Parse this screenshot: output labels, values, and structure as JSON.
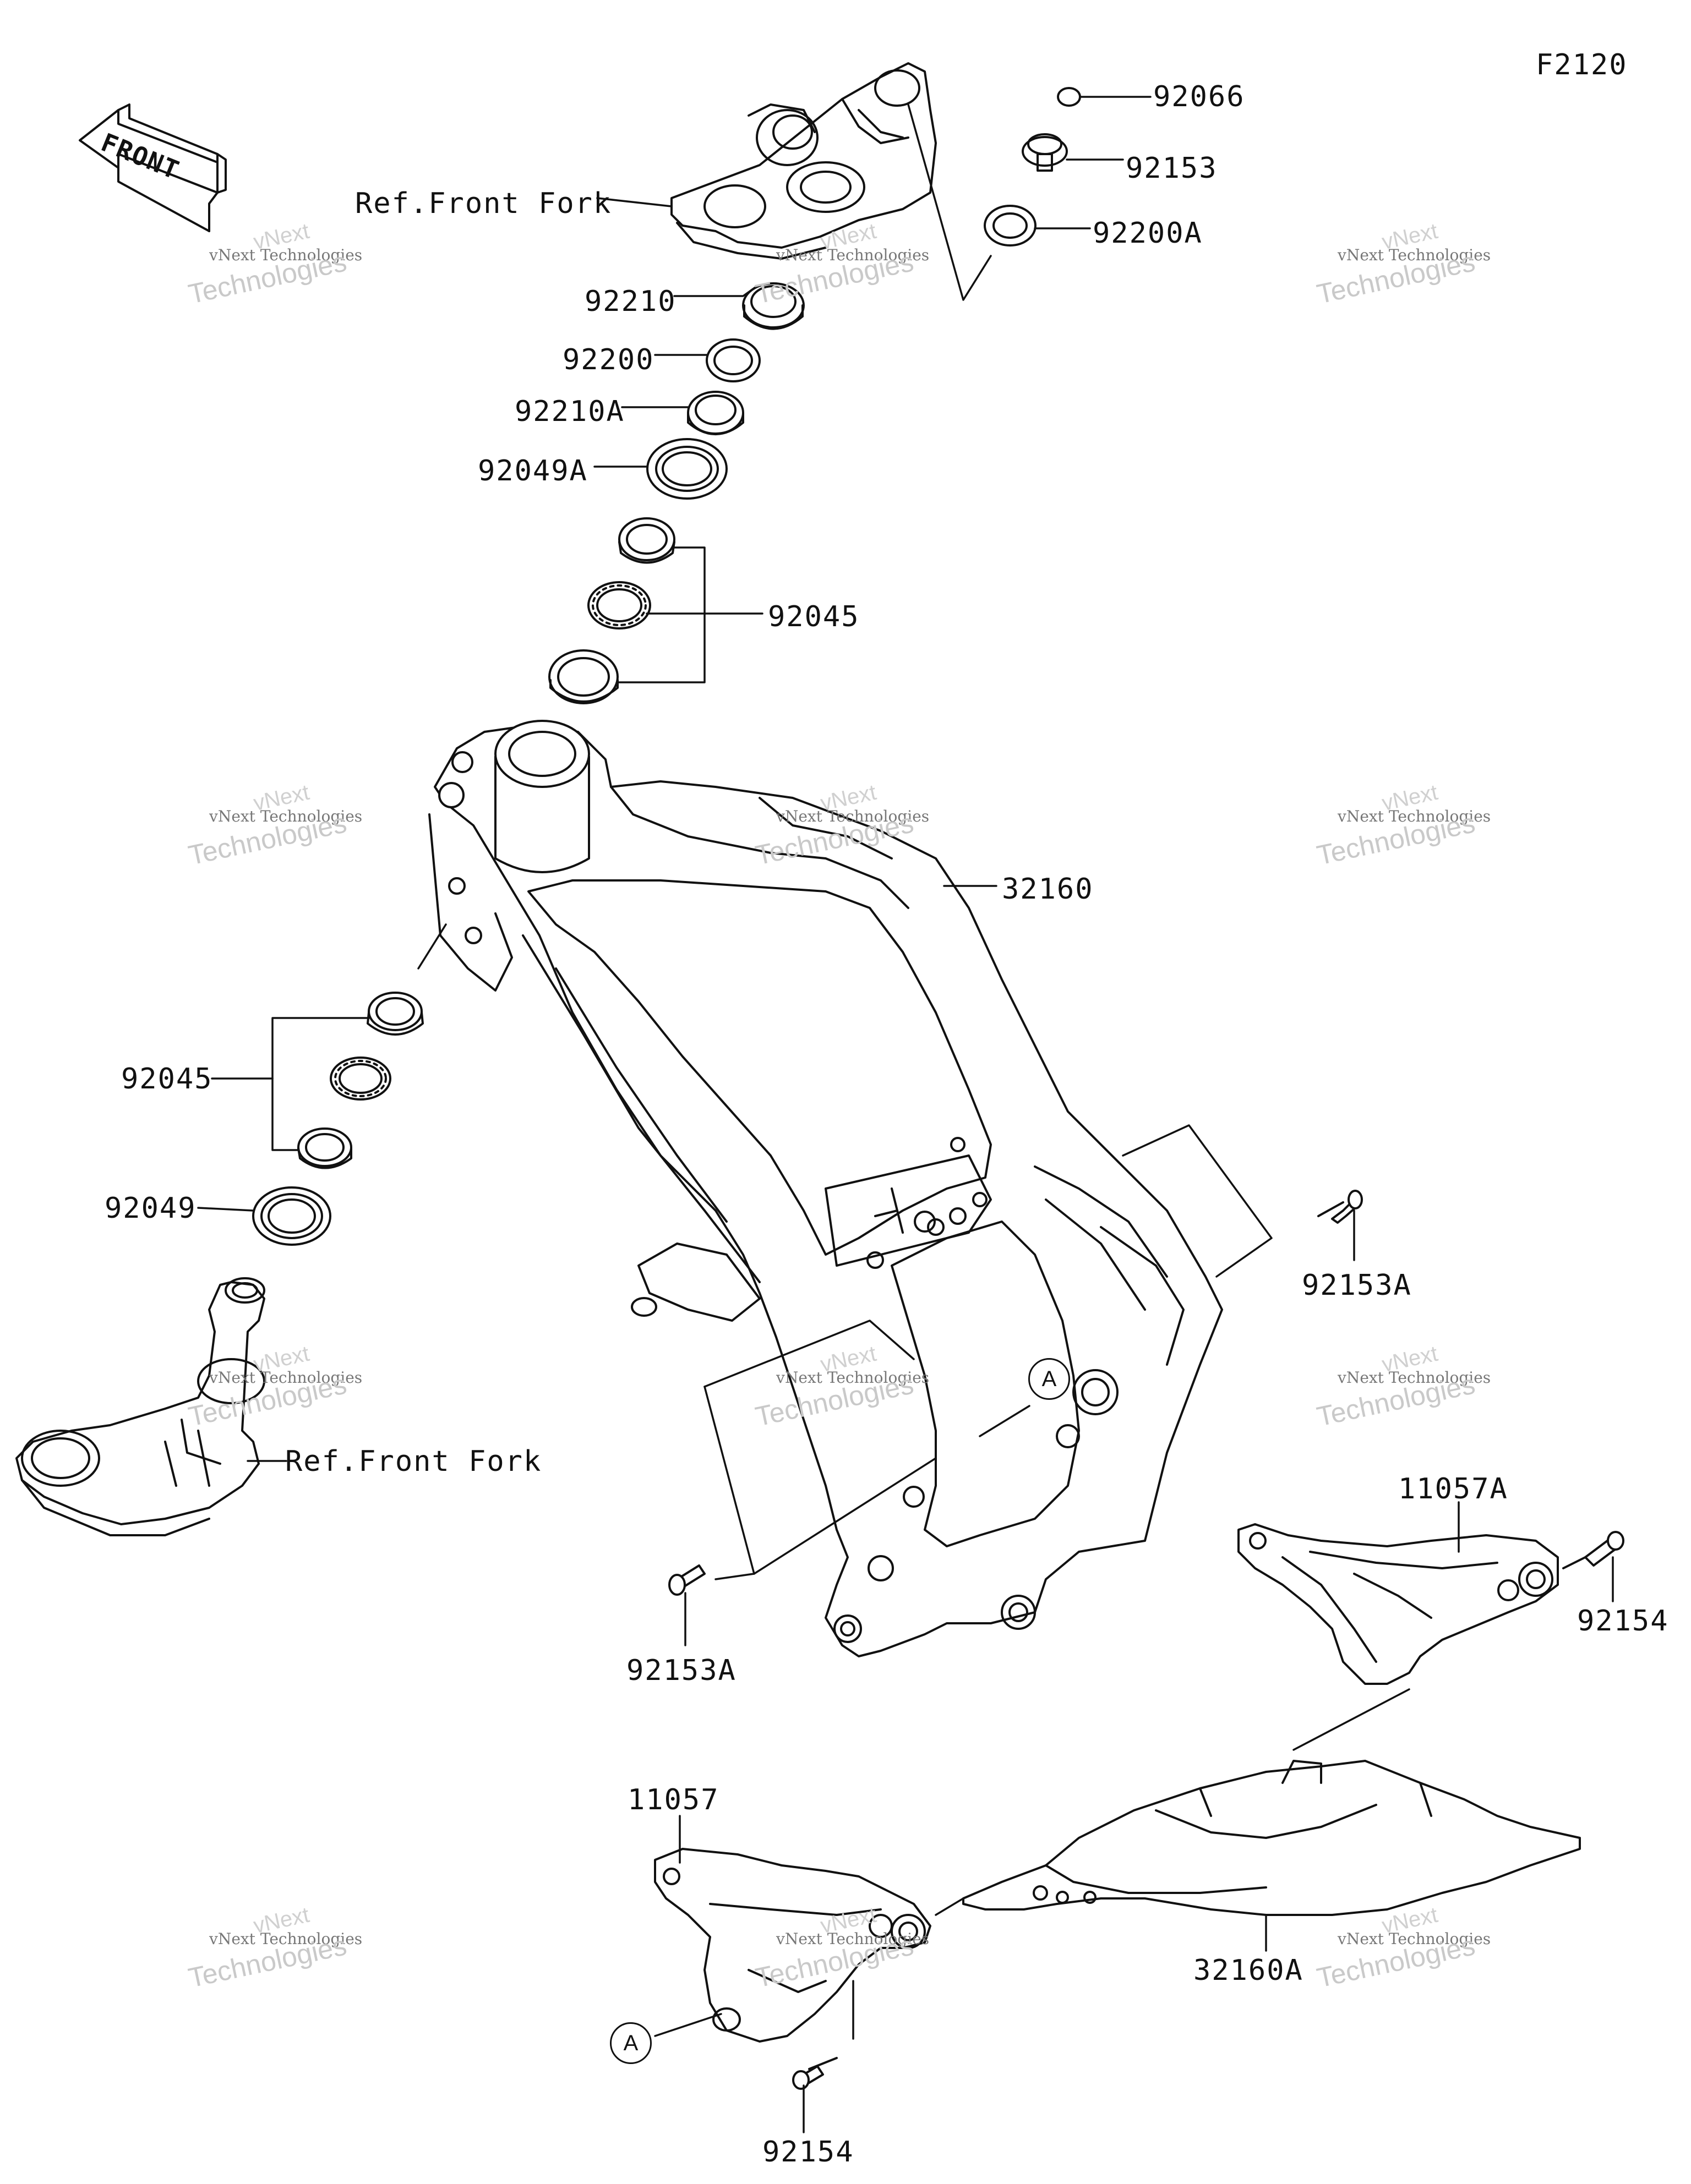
{
  "figure_code": "F2120",
  "front_badge": "FRONT",
  "callout_letter": "A",
  "labels": {
    "p92066": "92066",
    "p92153": "92153",
    "p92200A": "92200A",
    "ref_front_fork_top": "Ref.Front Fork",
    "p92210": "92210",
    "p92200": "92200",
    "p92210A": "92210A",
    "p92049A": "92049A",
    "p92045_top": "92045",
    "p32160": "32160",
    "p92045_left": "92045",
    "p92049": "92049",
    "ref_front_fork_bottom": "Ref.Front Fork",
    "p92153A_right": "92153A",
    "p11057A": "11057A",
    "p92154_right": "92154",
    "p92153A_bottom": "92153A",
    "p11057": "11057",
    "p32160A": "32160A",
    "p92154_bottom": "92154"
  },
  "watermark": {
    "line1": "vNext Technologies",
    "line2": "Technologies",
    "line0": "vNext"
  }
}
